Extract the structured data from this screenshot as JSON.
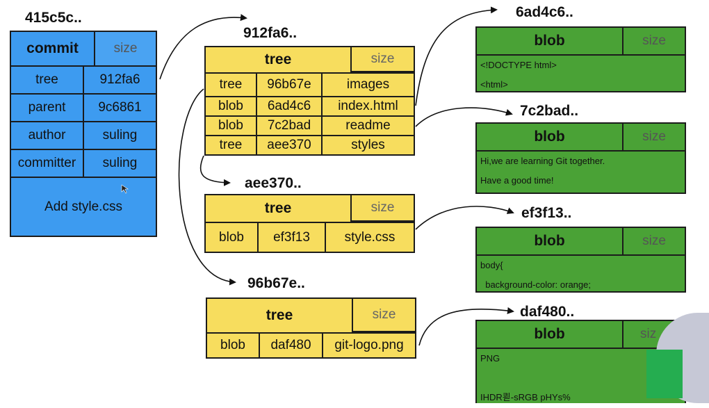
{
  "commit": {
    "hash": "415c5c..",
    "type": "commit",
    "size": "size",
    "rows": [
      {
        "key": "tree",
        "value": "912fa6"
      },
      {
        "key": "parent",
        "value": "9c6861"
      },
      {
        "key": "author",
        "value": "suling"
      },
      {
        "key": "committer",
        "value": "suling"
      }
    ],
    "message": "Add style.css"
  },
  "tree_912fa6": {
    "hash": "912fa6..",
    "type": "tree",
    "size": "size",
    "entries": [
      {
        "type": "tree",
        "hash": "96b67e",
        "name": "images"
      },
      {
        "type": "blob",
        "hash": "6ad4c6",
        "name": "index.html"
      },
      {
        "type": "blob",
        "hash": "7c2bad",
        "name": "readme"
      },
      {
        "type": "tree",
        "hash": "aee370",
        "name": "styles"
      }
    ]
  },
  "tree_aee370": {
    "hash": "aee370..",
    "type": "tree",
    "size": "size",
    "entries": [
      {
        "type": "blob",
        "hash": "ef3f13",
        "name": "style.css"
      }
    ]
  },
  "tree_96b67e": {
    "hash": "96b67e..",
    "type": "tree",
    "size": "size",
    "entries": [
      {
        "type": "blob",
        "hash": "daf480",
        "name": "git-logo.png"
      }
    ]
  },
  "blob_6ad4c6": {
    "hash": "6ad4c6..",
    "type": "blob",
    "size": "size",
    "lines": [
      "<!DOCTYPE html>",
      "<html>"
    ]
  },
  "blob_7c2bad": {
    "hash": "7c2bad..",
    "type": "blob",
    "size": "size",
    "lines": [
      "Hi,we are learning Git together.",
      "Have a good time!"
    ]
  },
  "blob_ef3f13": {
    "hash": "ef3f13..",
    "type": "blob",
    "size": "size",
    "lines": [
      "body{",
      "  background-color: orange;"
    ]
  },
  "blob_daf480": {
    "hash": "daf480..",
    "type": "blob",
    "size": "siz",
    "lines": [
      "PNG",
      "",
      "IHDR쾯-sRGB pHYs%"
    ]
  },
  "colors": {
    "commit": "#3d9bf0",
    "tree": "#f7dd5e",
    "blob": "#4aa236",
    "border": "#1b1b1b"
  }
}
